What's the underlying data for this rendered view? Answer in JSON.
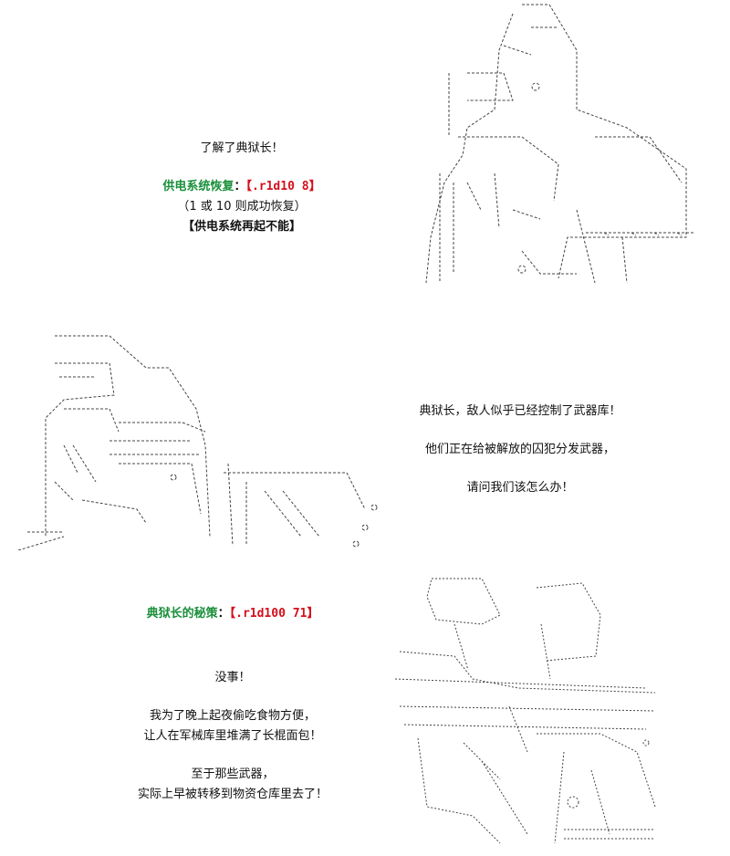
{
  "panel1": {
    "line1": "了解了典狱长！",
    "roll": {
      "label": "供电系统恢复",
      "sep": "：",
      "result": "【.r1d10 8】"
    },
    "note": "（1 或 10 则成功恢复）",
    "outcome": "【供电系统再起不能】"
  },
  "panel2": {
    "lines": [
      "典狱长，敌人似乎已经控制了武器库！",
      "他们正在给被解放的囚犯分发武器，",
      "请问我们该怎么办！"
    ]
  },
  "panel3": {
    "roll": {
      "label": "典狱长的秘策",
      "sep": "：",
      "result": "【.r1d100 71】"
    },
    "line1": "没事！",
    "para1": [
      "我为了晚上起夜偷吃食物方便，",
      "让人在军械库里堆满了长棍面包！"
    ],
    "para2": [
      "至于那些武器，",
      "实际上早被转移到物资仓库里去了！"
    ]
  },
  "colors": {
    "accent_green": "#1a8f3a",
    "accent_red": "#d4101c",
    "ink": "#111111"
  }
}
